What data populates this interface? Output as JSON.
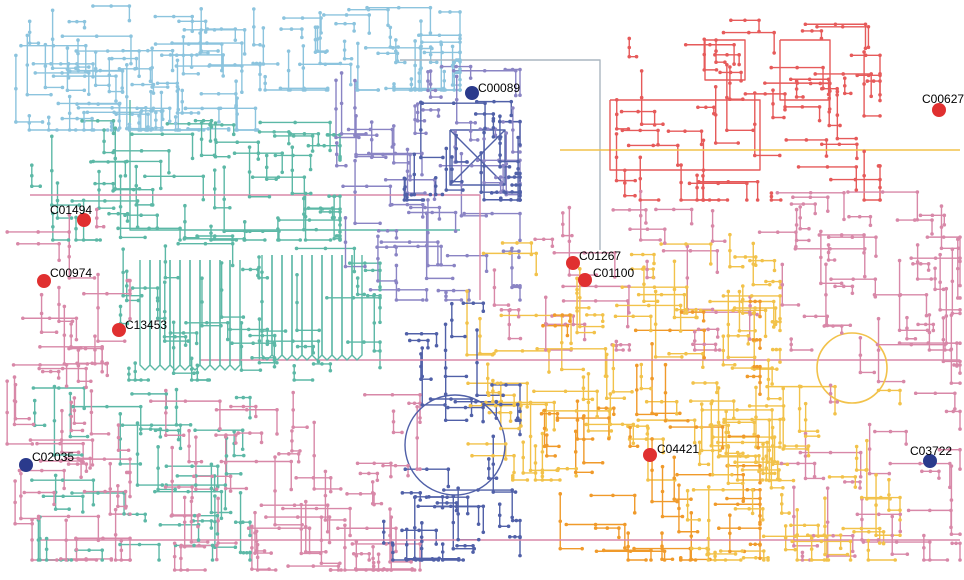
{
  "colors": {
    "background": "#ffffff",
    "upregulated": "#e03030",
    "downregulated": "#2a3a8c",
    "pathway_lightblue": "#8cc4de",
    "pathway_teal": "#5cb8a6",
    "pathway_purple": "#8a84c4",
    "pathway_navy": "#5060a8",
    "pathway_red": "#e65a5a",
    "pathway_pink": "#d888a8",
    "pathway_yellow": "#f2c24a",
    "pathway_orange": "#f09a2a",
    "pathway_gray": "#aab6c0"
  },
  "highlighted_compounds": [
    {
      "id": "C00089",
      "status": "down"
    },
    {
      "id": "C00627",
      "status": "up"
    },
    {
      "id": "C01494",
      "status": "up"
    },
    {
      "id": "C00974",
      "status": "up"
    },
    {
      "id": "C13453",
      "status": "up"
    },
    {
      "id": "C01267",
      "status": "up"
    },
    {
      "id": "C01100",
      "status": "up"
    },
    {
      "id": "C04421",
      "status": "up"
    },
    {
      "id": "C02035",
      "status": "down"
    },
    {
      "id": "C03722",
      "status": "down"
    }
  ]
}
